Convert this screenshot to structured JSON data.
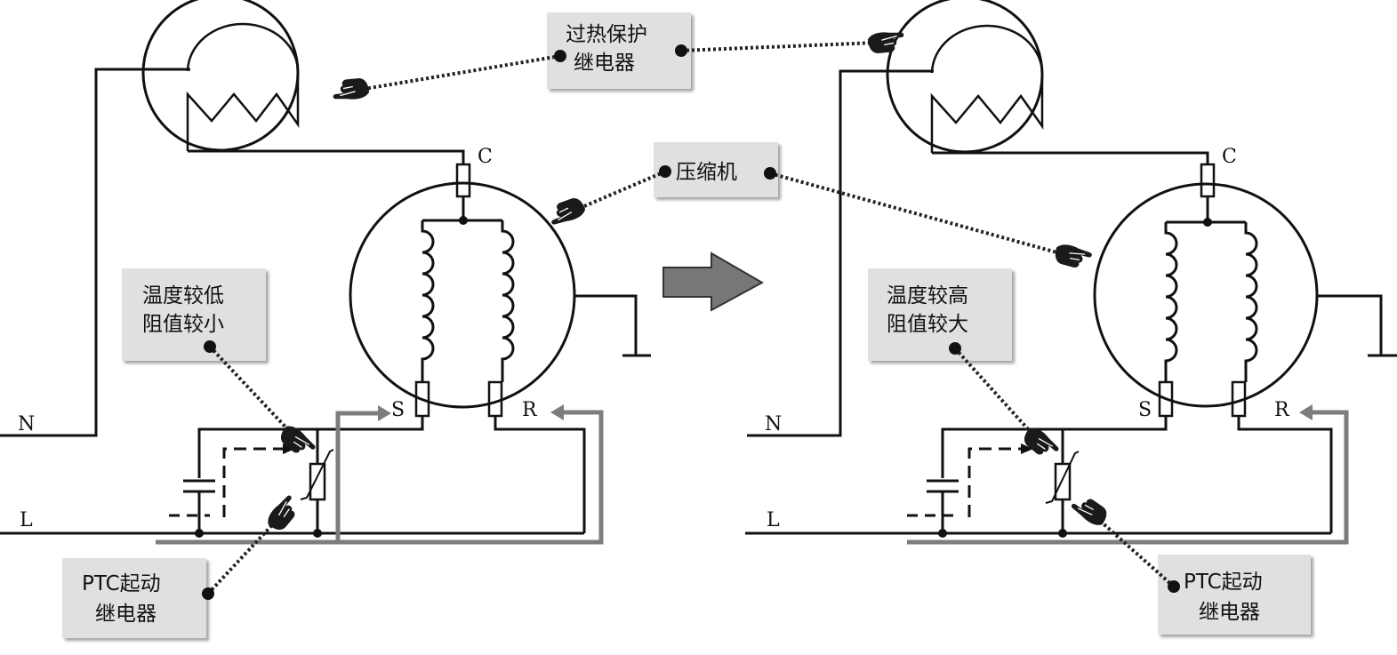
{
  "diagram": {
    "callouts": {
      "overheat_relay": [
        "过热保护",
        "继电器"
      ],
      "compressor": "压缩机",
      "low_temp": [
        "温度较低",
        "阻值较小"
      ],
      "high_temp": [
        "温度较高",
        "阻值较大"
      ],
      "ptc_left": [
        "PTC起动",
        "继电器"
      ],
      "ptc_right": [
        "PTC起动",
        "继电器"
      ]
    },
    "terminals": {
      "c": "C",
      "s": "S",
      "r": "R",
      "n": "N",
      "l": "L"
    }
  }
}
